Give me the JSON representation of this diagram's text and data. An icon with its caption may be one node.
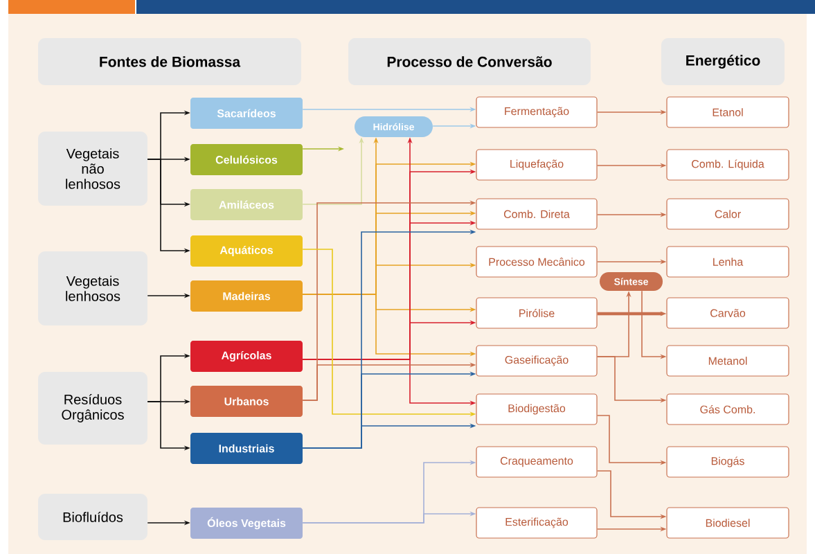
{
  "diagram": {
    "nodes": [
      {
        "text": [
          "Fontes de Biomassa"
        ]
      },
      {
        "text": [
          "Processo de Conversão"
        ]
      },
      {
        "text": [
          "Energético"
        ]
      },
      {
        "text": [
          "Vegetais não lenhosos"
        ]
      },
      {
        "text": [
          "Vegetais lenhosos"
        ]
      },
      {
        "text": [
          "Resíduos Orgânicos"
        ]
      },
      {
        "text": [
          "Biofluídos"
        ]
      },
      {
        "text": [
          "Sacarídeos"
        ]
      },
      {
        "text": [
          "Celulósicos"
        ]
      },
      {
        "text": [
          "Amiláceos"
        ]
      },
      {
        "text": [
          "Aquáticos"
        ]
      },
      {
        "text": [
          "Madeiras"
        ]
      },
      {
        "text": [
          "Agrícolas"
        ]
      },
      {
        "text": [
          "Urbanos"
        ]
      },
      {
        "text": [
          "Industriais"
        ]
      },
      {
        "text": [
          "Óleos Vegetais"
        ]
      },
      {
        "text": [
          "Hidrólise"
        ]
      },
      {
        "text": [
          "Fermentação"
        ]
      },
      {
        "text": [
          "Liquefação"
        ]
      },
      {
        "text": [
          "Comb. Direta"
        ]
      },
      {
        "text": [
          "Processo Mecânico"
        ]
      },
      {
        "text": [
          "Pirólise"
        ]
      },
      {
        "text": [
          "Gaseificação"
        ]
      },
      {
        "text": [
          "Biodigestão"
        ]
      },
      {
        "text": [
          "Craqueamento"
        ]
      },
      {
        "text": [
          "Esterificação"
        ]
      },
      {
        "text": [
          "Síntese"
        ]
      },
      {
        "text": [
          "Etanol"
        ]
      },
      {
        "text": [
          "Comb. Líquida"
        ]
      },
      {
        "text": [
          "Calor"
        ]
      },
      {
        "text": [
          "Lenha"
        ]
      },
      {
        "text": [
          "Carvão"
        ]
      },
      {
        "text": [
          "Metanol"
        ]
      },
      {
        "text": [
          "Gás Comb."
        ]
      },
      {
        "text": [
          "Biogás"
        ]
      },
      {
        "text": [
          "Biodiesel"
        ]
      }
    ],
    "edges": [
      {
        "from": 3,
        "to": 7,
        "arrow": "to",
        "color": "#111111"
      },
      {
        "from": 3,
        "to": 8,
        "arrow": "to",
        "color": "#111111"
      },
      {
        "from": 3,
        "to": 9,
        "arrow": "to",
        "color": "#111111"
      },
      {
        "from": 3,
        "to": 10,
        "arrow": "to",
        "color": "#111111"
      },
      {
        "from": 4,
        "to": 11,
        "arrow": "to",
        "color": "#111111"
      },
      {
        "from": 5,
        "to": 12,
        "arrow": "to",
        "color": "#111111"
      },
      {
        "from": 5,
        "to": 13,
        "arrow": "to",
        "color": "#111111"
      },
      {
        "from": 5,
        "to": 14,
        "arrow": "to",
        "color": "#111111"
      },
      {
        "from": 6,
        "to": 15,
        "arrow": "to",
        "color": "#111111"
      },
      {
        "from": 7,
        "to": 17,
        "arrow": "to",
        "color": "#9cc8e8"
      },
      {
        "from": 16,
        "to": 17,
        "arrow": "to",
        "color": "#9cc8e8"
      },
      {
        "from": 8,
        "to": null,
        "arrow": "to",
        "color": "#a8b830"
      },
      {
        "from": 9,
        "to": 16,
        "arrow": "to",
        "color": "#d6dca0"
      },
      {
        "from": 11,
        "to": 16,
        "arrow": "to",
        "color": "#e6a324"
      },
      {
        "from": 11,
        "to": 18,
        "arrow": "to",
        "color": "#e6a324"
      },
      {
        "from": 11,
        "to": 19,
        "arrow": "to",
        "color": "#e6a324"
      },
      {
        "from": 11,
        "to": 20,
        "arrow": "to",
        "color": "#e6a324"
      },
      {
        "from": 11,
        "to": 21,
        "arrow": "to",
        "color": "#e6a324"
      },
      {
        "from": 11,
        "to": 22,
        "arrow": "to",
        "color": "#e6a324"
      },
      {
        "from": 12,
        "to": 16,
        "arrow": "to",
        "color": "#d8202e"
      },
      {
        "from": 12,
        "to": 18,
        "arrow": "to",
        "color": "#d8202e"
      },
      {
        "from": 12,
        "to": 19,
        "arrow": "to",
        "color": "#d8202e"
      },
      {
        "from": 12,
        "to": 21,
        "arrow": "to",
        "color": "#d8202e"
      },
      {
        "from": 12,
        "to": 23,
        "arrow": "to",
        "color": "#d8202e"
      },
      {
        "from": 13,
        "to": 19,
        "arrow": "to"
      },
      {
        "from": 13,
        "to": 22,
        "arrow": "to"
      },
      {
        "from": 10,
        "to": 23,
        "arrow": "to",
        "color": "#e8c81a"
      },
      {
        "from": 14,
        "to": 19,
        "arrow": "to",
        "color": "#2a63a0"
      },
      {
        "from": 14,
        "to": 22,
        "arrow": "to",
        "color": "#2a63a0"
      },
      {
        "from": 14,
        "to": 23,
        "arrow": "to",
        "color": "#2a63a0"
      },
      {
        "from": 15,
        "to": 24,
        "arrow": "to",
        "color": "#a4b0d8"
      },
      {
        "from": 15,
        "to": 25,
        "arrow": "to",
        "color": "#a4b0d8"
      },
      {
        "from": 17,
        "to": 27,
        "arrow": "to"
      },
      {
        "from": 18,
        "to": 28,
        "arrow": "to"
      },
      {
        "from": 19,
        "to": 29,
        "arrow": "to"
      },
      {
        "from": 20,
        "to": 30,
        "arrow": "to"
      },
      {
        "from": 21,
        "to": 31,
        "arrow": "to",
        "style": "thick"
      },
      {
        "from": 22,
        "to": 26,
        "arrow": "to"
      },
      {
        "from": 22,
        "to": 33,
        "arrow": "to"
      },
      {
        "from": 26,
        "to": 32,
        "arrow": "to"
      },
      {
        "from": 23,
        "to": 34,
        "arrow": "to"
      },
      {
        "from": 24,
        "to": 35,
        "arrow": "to"
      },
      {
        "from": 25,
        "to": 35,
        "arrow": "to"
      }
    ]
  }
}
